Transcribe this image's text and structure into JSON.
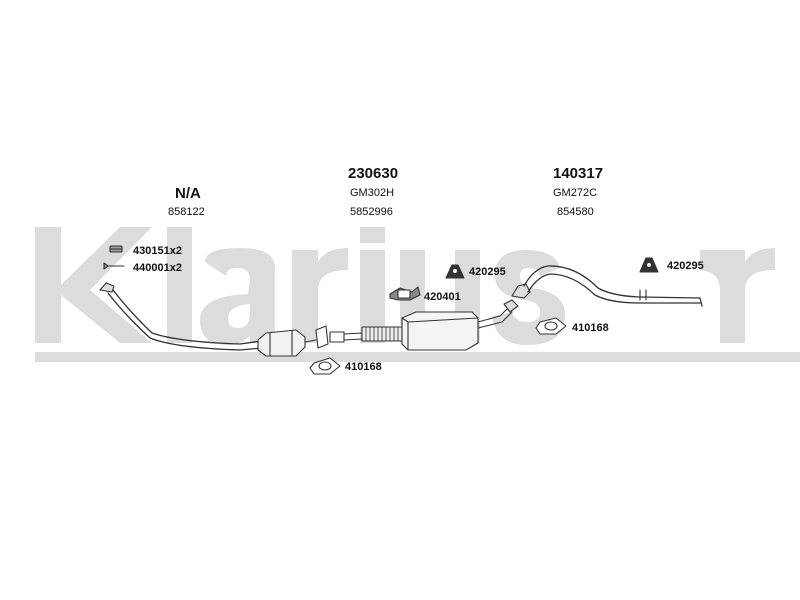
{
  "watermark": {
    "brand": "Klarius",
    "color": "#d9d9d9"
  },
  "sections": [
    {
      "heading": "N/A",
      "sub1": "858122",
      "sub2": ""
    },
    {
      "heading": "230630",
      "sub1": "GM302H",
      "sub2": "5852996"
    },
    {
      "heading": "140317",
      "sub1": "GM272C",
      "sub2": "854580"
    }
  ],
  "parts": {
    "clamp_front": "430151x2",
    "bolt_front": "440001x2",
    "hanger_mid": "420295",
    "hanger_rear": "420295",
    "mount_mid": "420401",
    "gasket_rear": "410168",
    "gasket_front": "410168"
  },
  "colors": {
    "line": "#333333",
    "fill": "#ffffff"
  }
}
